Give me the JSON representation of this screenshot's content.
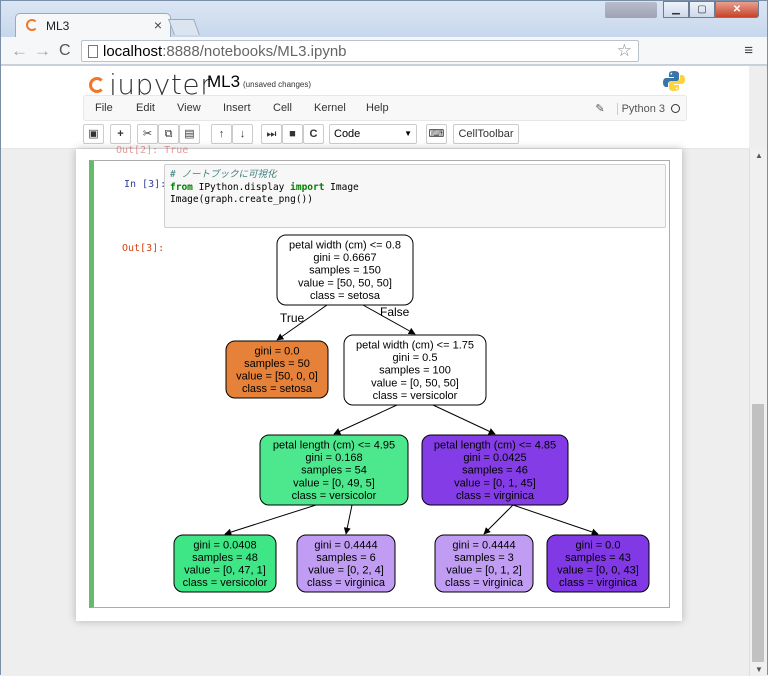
{
  "browser": {
    "tab_title": "ML3",
    "url_host": "localhost",
    "url_path": ":8888/notebooks/ML3.ipynb"
  },
  "notebook": {
    "logo_text": "jupyter",
    "name": "ML3",
    "status": "(unsaved changes)",
    "kernel": "Python 3",
    "menu": [
      "File",
      "Edit",
      "View",
      "Insert",
      "Cell",
      "Kernel",
      "Help"
    ],
    "cell_type": "Code",
    "celltoolbar_label": "CellToolbar",
    "colors": {
      "accent": "#f37626",
      "selected_cell": "#66bb6a"
    }
  },
  "cell": {
    "in_prompt": "In [3]:",
    "out_prompt": "Out[3]:",
    "code_comment": "# ノートブックに可視化",
    "code_line2_kw1": "from",
    "code_line2_mod": " IPython.display ",
    "code_line2_kw2": "import",
    "code_line2_name": " Image",
    "code_line3": "Image(graph.create_png())"
  },
  "tree": {
    "edge_true": "True",
    "edge_false": "False",
    "nodes": [
      {
        "id": "n0",
        "lines": [
          "petal width (cm) <= 0.8",
          "gini = 0.6667",
          "samples = 150",
          "value = [50, 50, 50]",
          "class = setosa"
        ],
        "fill": "#ffffff"
      },
      {
        "id": "n1",
        "lines": [
          "gini = 0.0",
          "samples = 50",
          "value = [50, 0, 0]",
          "class = setosa"
        ],
        "fill": "#e58139"
      },
      {
        "id": "n2",
        "lines": [
          "petal width (cm) <= 1.75",
          "gini = 0.5",
          "samples = 100",
          "value = [0, 50, 50]",
          "class = versicolor"
        ],
        "fill": "#ffffff"
      },
      {
        "id": "n3",
        "lines": [
          "petal length (cm) <= 4.95",
          "gini = 0.168",
          "samples = 54",
          "value = [0, 49, 5]",
          "class = versicolor"
        ],
        "fill": "#4de88e"
      },
      {
        "id": "n4",
        "lines": [
          "petal length (cm) <= 4.85",
          "gini = 0.0425",
          "samples = 46",
          "value = [0, 1, 45]",
          "class = virginica"
        ],
        "fill": "#843de6"
      },
      {
        "id": "n5",
        "lines": [
          "gini = 0.0408",
          "samples = 48",
          "value = [0, 47, 1]",
          "class = versicolor"
        ],
        "fill": "#3fe685"
      },
      {
        "id": "n6",
        "lines": [
          "gini = 0.4444",
          "samples = 6",
          "value = [0, 2, 4]",
          "class = virginica"
        ],
        "fill": "#c09cf2"
      },
      {
        "id": "n7",
        "lines": [
          "gini = 0.4444",
          "samples = 3",
          "value = [0, 1, 2]",
          "class = virginica"
        ],
        "fill": "#c09cf2"
      },
      {
        "id": "n8",
        "lines": [
          "gini = 0.0",
          "samples = 43",
          "value = [0, 0, 43]",
          "class = virginica"
        ],
        "fill": "#8139e5"
      }
    ],
    "edges": [
      [
        "n0",
        "n1"
      ],
      [
        "n0",
        "n2"
      ],
      [
        "n2",
        "n3"
      ],
      [
        "n2",
        "n4"
      ],
      [
        "n3",
        "n5"
      ],
      [
        "n3",
        "n6"
      ],
      [
        "n4",
        "n7"
      ],
      [
        "n4",
        "n8"
      ]
    ]
  }
}
